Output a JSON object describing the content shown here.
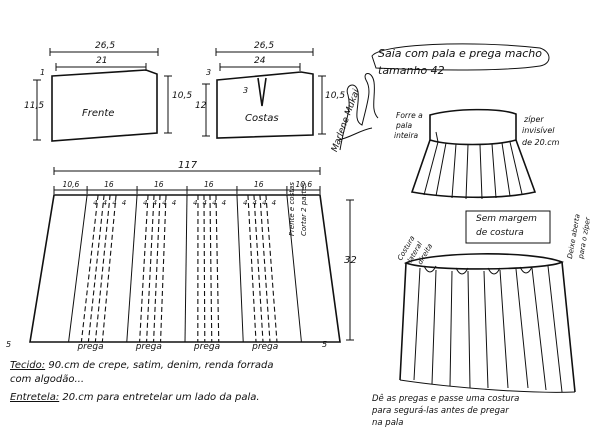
{
  "title": {
    "line1": "Saia com pala e prega macho",
    "line2": "tamanho 42"
  },
  "front_pala": {
    "width_total": "26,5",
    "width_top": "21",
    "left_offset": "1",
    "left_height": "11,5",
    "right_height": "10,5",
    "label": "Frente"
  },
  "back_pala": {
    "width_total": "26,5",
    "width_top": "24",
    "left_offset": "3",
    "dart": "3",
    "left_height": "12",
    "right_height": "10,5",
    "label": "Costas"
  },
  "signature": "Marlene Mukai",
  "skirt_pattern": {
    "total_width": "117",
    "height": "32",
    "margin": "5",
    "pleat_segments": [
      "10,6",
      "16",
      "16",
      "16",
      "16",
      "10,6"
    ],
    "pleat_group": [
      "4",
      "4",
      "4",
      "4"
    ],
    "prega_labels": [
      "prega",
      "prega",
      "prega",
      "prega"
    ],
    "side_note_line1": "Frente e costas",
    "side_note_line2": "Cortar 2 partes"
  },
  "finished_skirt": {
    "forro_label_1": "Forre a",
    "forro_label_2": "pala",
    "forro_label_3": "inteira",
    "zipper_1": "zíper",
    "zipper_2": "invisível",
    "zipper_3": "de 20.cm"
  },
  "seam_allowance_box": {
    "line1": "Sem margem",
    "line2": "de costura"
  },
  "pleated_detail": {
    "left_1": "Costura",
    "left_2": "lateral",
    "left_3": "direita",
    "right_1": "Deixe aberta",
    "right_2": "para o zíper"
  },
  "notes": {
    "tecido_label": "Tecido:",
    "tecido_line1": "90.cm de crepe, satim, denim, renda forrada",
    "tecido_line2": "com algodão...",
    "entretela_label": "Entretela:",
    "entretela_text": "20.cm para entretelar um lado da pala.",
    "instruction_1": "Dê as pregas e passe uma costura",
    "instruction_2": "para segurá-las antes de pregar",
    "instruction_3": "na pala"
  }
}
